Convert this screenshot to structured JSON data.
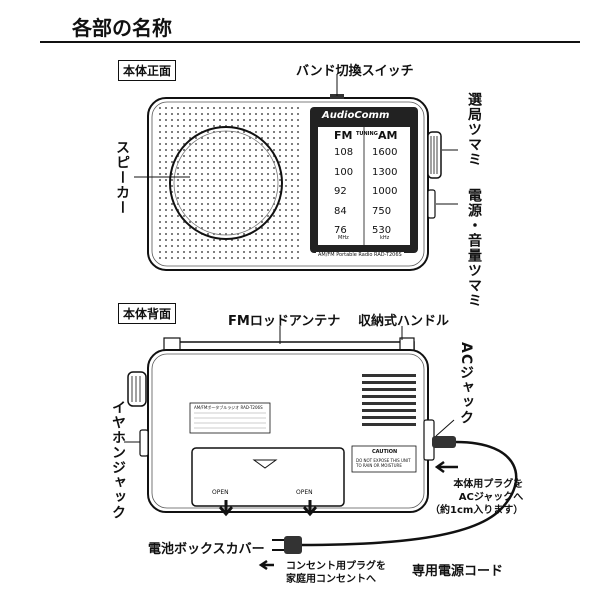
{
  "title": "各部の名称",
  "front": {
    "tag": "本体正面",
    "band_switch": "バンド切換スイッチ",
    "tuning_knob": "選局ツマミ",
    "speaker": "スピーカー",
    "power_volume_knob": "電源・音量ツマミ",
    "brand": "AudioComm",
    "fm_label": "FM",
    "am_label": "AM",
    "tuning_word": "TUNING",
    "fm_scale": [
      "108",
      "100",
      "92",
      "84",
      "76"
    ],
    "am_scale": [
      "1600",
      "1300",
      "1000",
      "750",
      "530"
    ],
    "fm_unit": "MHz",
    "am_unit": "kHz",
    "model_line": "AM/FM Portable Radio RAD-T206S"
  },
  "back": {
    "tag": "本体背面",
    "fm_antenna": "FMロッドアンテナ",
    "handle": "収納式ハンドル",
    "ac_jack": "ACジャック",
    "earphone_jack": "イヤホンジャック",
    "battery_cover": "電池ボックスカバー",
    "cord": "専用電源コード",
    "plug_note": [
      "本体用プラグを",
      "ACジャックへ",
      "（約1cm入ります）"
    ],
    "outlet_note": [
      "コンセント用プラグを",
      "家庭用コンセントへ"
    ],
    "open_label": "OPEN",
    "caution_title": "CAUTION",
    "caution_text": "DO NOT EXPOSE THIS UNIT TO RAIN OR MOISTURE",
    "spec_title": "AM/FMポータブルラジオ RAD-T206S"
  }
}
